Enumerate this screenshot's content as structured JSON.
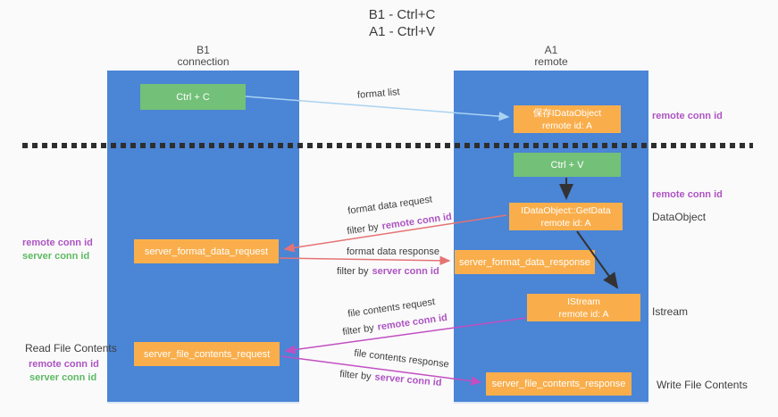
{
  "title": {
    "line1": "B1 - Ctrl+C",
    "line2": "A1 - Ctrl+V"
  },
  "colors": {
    "column_blue": "#4a85d6",
    "box_green": "#73c078",
    "box_orange": "#f9ae4b",
    "arrow_light_blue": "#a9d3f2",
    "arrow_red": "#e57373",
    "arrow_magenta": "#c24fc2",
    "arrow_black": "#333333",
    "text_purple": "#ad54c2",
    "text_green": "#5dba62"
  },
  "columns": {
    "left": {
      "header_line1": "B1",
      "header_line2": "connection"
    },
    "right": {
      "header_line1": "A1",
      "header_line2": "remote"
    }
  },
  "boxes": {
    "ctrl_c": "Ctrl + C",
    "ctrl_v": "Ctrl + V",
    "save_idataobject": {
      "line1": "保存IDataObject",
      "line2": "remote id: A"
    },
    "getdata": {
      "line1": "IDataObject::GetData",
      "line2": "remote id: A"
    },
    "istream": {
      "line1": "IStream",
      "line2": "remote id: A"
    },
    "format_request": "server_format_data_request",
    "format_response": "server_format_data_response",
    "file_request": "server_file_contents_request",
    "file_response": "server_file_contents_response"
  },
  "arrow_labels": {
    "format_list": "format list",
    "format_data_request": "format data request",
    "format_data_response": "format data response",
    "file_contents_request": "file contents request",
    "file_contents_response": "file contents response",
    "filter_by": "filter by",
    "remote_conn_id": "remote conn id",
    "server_conn_id": "server conn id"
  },
  "side_labels": {
    "right_remote_conn_top": "remote conn id",
    "right_remote_conn_mid": "remote conn id",
    "data_object": "DataObject",
    "istream": "Istream",
    "write_file_contents": "Write File Contents",
    "left_remote_conn_mid": "remote conn id",
    "left_server_conn_mid": "server conn id",
    "read_file_contents": "Read File Contents",
    "left_remote_conn_bottom": "remote conn id",
    "left_server_conn_bottom": "server conn id"
  }
}
